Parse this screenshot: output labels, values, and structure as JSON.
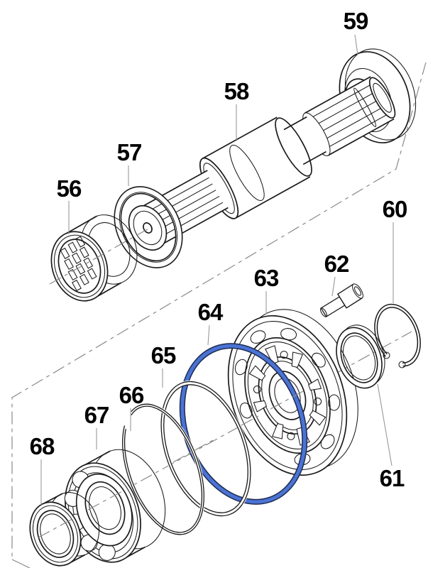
{
  "figure": {
    "kind": "exploded-parts-diagram"
  },
  "colors": {
    "background": "#ffffff",
    "line": "#1a1a1a",
    "leader": "#999999",
    "centerline": "#8a8a8a",
    "o_ring_blue": "#4a73d4",
    "o_ring_blue_edge": "#1f2c52"
  },
  "labels": [
    {
      "text": "56"
    },
    {
      "text": "57"
    },
    {
      "text": "58"
    },
    {
      "text": "59"
    },
    {
      "text": "60"
    },
    {
      "text": "61"
    },
    {
      "text": "62"
    },
    {
      "text": "63"
    },
    {
      "text": "64"
    },
    {
      "text": "65"
    },
    {
      "text": "66"
    },
    {
      "text": "67"
    },
    {
      "text": "68"
    }
  ]
}
